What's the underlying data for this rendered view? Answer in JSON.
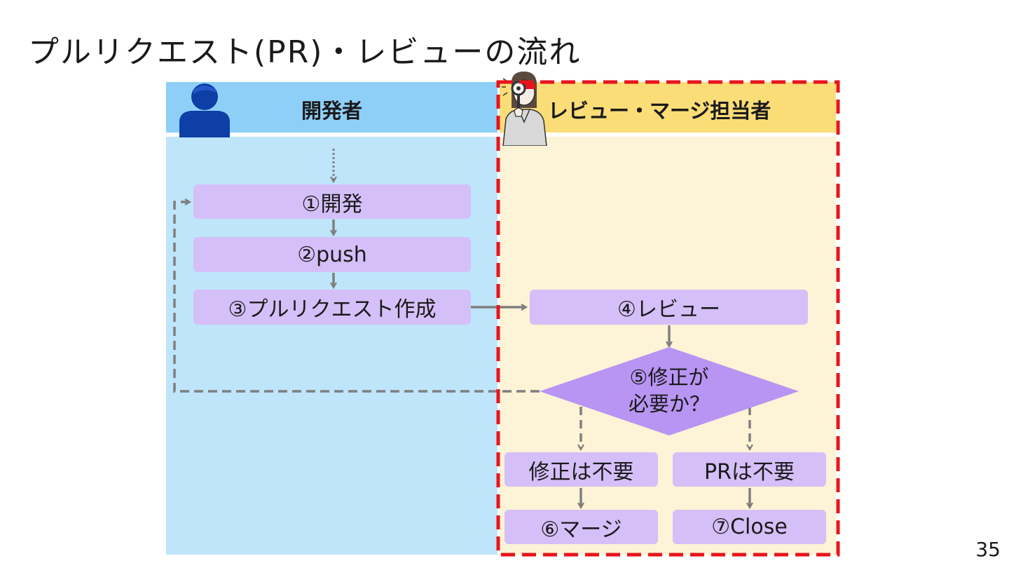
{
  "title": "プルリクエスト(PR)・レビューの流れ",
  "lanes": {
    "developer": "開発者",
    "reviewer": "レビュー・マージ担当者"
  },
  "steps": {
    "s1": "①開発",
    "s2": "②push",
    "s3": "③プルリクエスト作成",
    "s4": "④レビュー",
    "s5_line1": "⑤修正が",
    "s5_line2": "必要か？",
    "no_fix": "修正は不要",
    "pr_unneeded": "PRは不要",
    "s6": "⑥マージ",
    "s7": "⑦Close"
  },
  "page_number": "35",
  "colors": {
    "developer_header": "#8ecff8",
    "developer_body": "#bfe5fb",
    "reviewer_header": "#fbdd77",
    "reviewer_body": "#fdf3d6",
    "step_box": "#d5bff8",
    "decision": "#b894f3",
    "arrow": "#7f7f7f",
    "highlight_border": "#e8141c"
  }
}
